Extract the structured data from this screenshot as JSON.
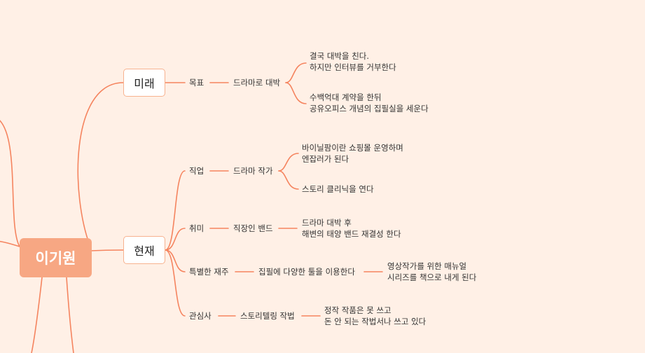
{
  "mindmap": {
    "root": "이기원",
    "future": {
      "label": "미래",
      "goal": "목표",
      "drama_hit": "드라마로 대박",
      "leaf1": [
        "결국 대박을 친다.",
        "하지만 인터뷰를 거부한다"
      ],
      "leaf2": [
        "수백억대 계약을 한뒤",
        "공유오피스 개념의 집필실을 세운다"
      ]
    },
    "present": {
      "label": "현재",
      "job": "직업",
      "drama_writer": "드라마 작가",
      "job_leaf1": [
        "바이닐팜이란 쇼핑몰 운영하며",
        "엔잡러가 된다"
      ],
      "job_leaf2": "스토리 클리닉을 연다",
      "hobby": "취미",
      "office_band": "직장인 밴드",
      "hobby_leaf": [
        "드라마 대박 후",
        "해변의 태양 밴드 재결성 한다"
      ],
      "talent": "특별한 재주",
      "tools": "집필에 다양한 툴을 이용한다",
      "talent_leaf": [
        "영상작가를 위한 매뉴얼",
        "시리즈를 책으로 내게 된다"
      ],
      "interest": "관심사",
      "storytelling": "스토리텔링 작법",
      "interest_leaf": [
        "정작 작품은 못 쓰고",
        "돈 안 되는 작법서나 쓰고 있다"
      ]
    }
  },
  "colors": {
    "background": "#fff0e6",
    "line": "#f5845f",
    "root_fill": "#f7a783",
    "box_border": "#f7b28f"
  }
}
